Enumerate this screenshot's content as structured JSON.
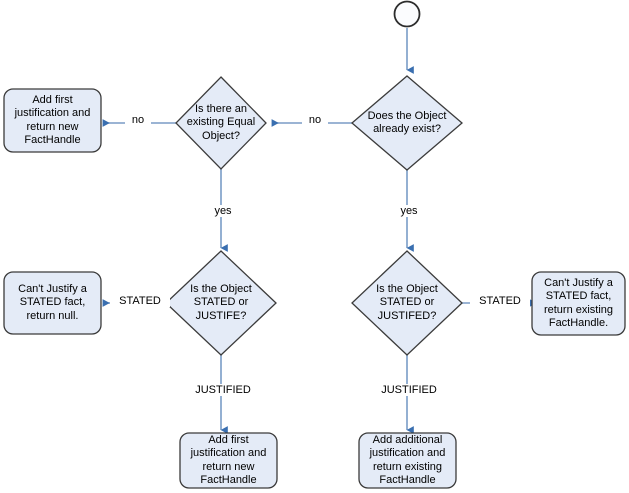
{
  "diagram": {
    "title": "Truth Maintenance FactHandle decision flowchart",
    "colors": {
      "node_fill": "#e4ebf7",
      "node_stroke": "#3b3b3b",
      "edge_stroke": "#7a9cc6",
      "arrow_fill": "#3a6fb0",
      "background": "#ffffff"
    },
    "nodes": [
      {
        "id": "start",
        "shape": "circle",
        "label": ""
      },
      {
        "id": "does-object-exist",
        "shape": "diamond",
        "label": "Does the Object\nalready exist?"
      },
      {
        "id": "existing-equal-object",
        "shape": "diamond",
        "label": "Is there an\nexisting Equal\nObject?"
      },
      {
        "id": "add-first-justification-new-facthandle-top",
        "shape": "rounded-rect",
        "label": "Add first\njustification and\nreturn new\nFactHandle"
      },
      {
        "id": "stated-or-justife",
        "shape": "diamond",
        "label": "Is the Object\nSTATED or\nJUSTIFE?"
      },
      {
        "id": "stated-or-justifed",
        "shape": "diamond",
        "label": "Is the Object\nSTATED or\nJUSTIFED?"
      },
      {
        "id": "cant-justify-return-null",
        "shape": "rounded-rect",
        "label": "Can't Justify a\nSTATED fact,\nreturn null."
      },
      {
        "id": "cant-justify-return-existing",
        "shape": "rounded-rect",
        "label": "Can't Justify a\nSTATED fact,\nreturn existing\nFactHandle."
      },
      {
        "id": "add-first-justification-new-facthandle-bottom",
        "shape": "rounded-rect",
        "label": "Add first\njustification and\nreturn new\nFactHandle"
      },
      {
        "id": "add-additional-justification-existing-facthandle",
        "shape": "rounded-rect",
        "label": "Add additional\njustification and\nreturn existing\nFactHandle"
      }
    ],
    "edges": [
      {
        "id": "start-to-exist",
        "label": ""
      },
      {
        "id": "exist-no-to-equal",
        "label": "no"
      },
      {
        "id": "equal-no-to-addfirst",
        "label": "no"
      },
      {
        "id": "equal-yes-to-justife",
        "label": "yes"
      },
      {
        "id": "exist-yes-to-justifed",
        "label": "yes"
      },
      {
        "id": "justife-stated-to-null",
        "label": "STATED"
      },
      {
        "id": "justifed-stated-to-existing",
        "label": "STATED"
      },
      {
        "id": "justife-justified-to-addfirst",
        "label": "JUSTIFIED"
      },
      {
        "id": "justifed-justified-to-addadditional",
        "label": "JUSTIFIED"
      }
    ]
  }
}
